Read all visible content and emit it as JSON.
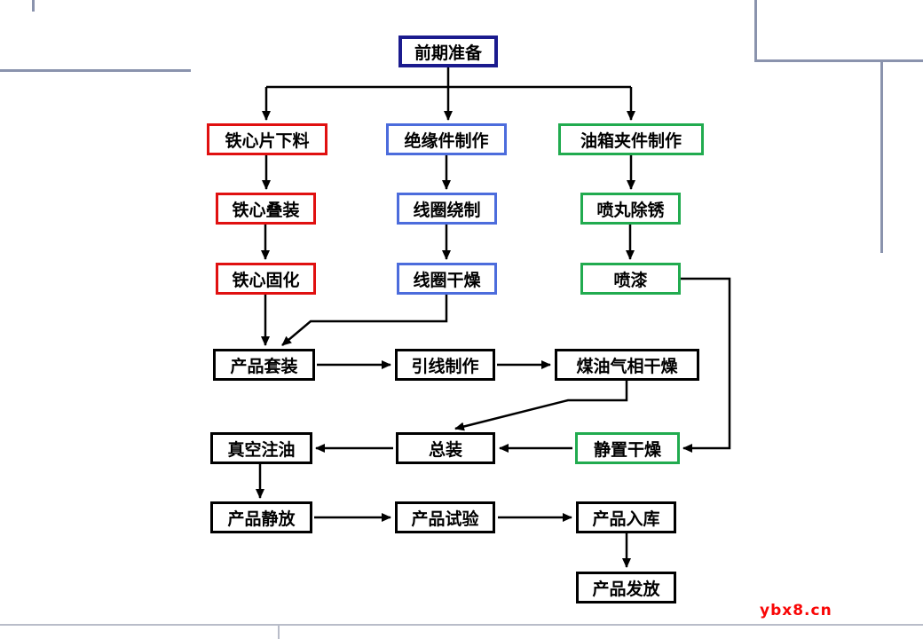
{
  "watermark": "ybx8.cn",
  "colors": {
    "start_border": "#1b1b8e",
    "core_branch": "#e01010",
    "coil_branch": "#4c6cdc",
    "tank_branch": "#21ab4f",
    "process_border": "#000000",
    "frame_line": "#8a93ad",
    "watermark_red": "#f90606"
  },
  "nodes": {
    "prep": "前期准备",
    "core_cut": "铁心片下料",
    "insul_make": "绝缘件制作",
    "tank_make": "油箱夹件制作",
    "core_stack": "铁心叠装",
    "coil_wind": "线圈绕制",
    "shot_blast": "喷丸除锈",
    "core_cure": "铁心固化",
    "coil_dry": "线圈干燥",
    "paint": "喷漆",
    "assembly_set": "产品套装",
    "lead_make": "引线制作",
    "kerosene_dry": "煤油气相干燥",
    "vacuum_oil": "真空注油",
    "final_assembly": "总装",
    "static_dry": "静置干燥",
    "product_rest": "产品静放",
    "product_test": "产品试验",
    "product_store": "产品入库",
    "product_issue": "产品发放"
  },
  "edges": [
    [
      "prep",
      "core_cut"
    ],
    [
      "prep",
      "insul_make"
    ],
    [
      "prep",
      "tank_make"
    ],
    [
      "core_cut",
      "core_stack"
    ],
    [
      "core_stack",
      "core_cure"
    ],
    [
      "insul_make",
      "coil_wind"
    ],
    [
      "coil_wind",
      "coil_dry"
    ],
    [
      "tank_make",
      "shot_blast"
    ],
    [
      "shot_blast",
      "paint"
    ],
    [
      "core_cure",
      "assembly_set"
    ],
    [
      "coil_dry",
      "assembly_set"
    ],
    [
      "paint",
      "static_dry"
    ],
    [
      "assembly_set",
      "lead_make"
    ],
    [
      "lead_make",
      "kerosene_dry"
    ],
    [
      "kerosene_dry",
      "final_assembly"
    ],
    [
      "static_dry",
      "final_assembly"
    ],
    [
      "final_assembly",
      "vacuum_oil"
    ],
    [
      "vacuum_oil",
      "product_rest"
    ],
    [
      "product_rest",
      "product_test"
    ],
    [
      "product_test",
      "product_store"
    ],
    [
      "product_store",
      "product_issue"
    ]
  ]
}
